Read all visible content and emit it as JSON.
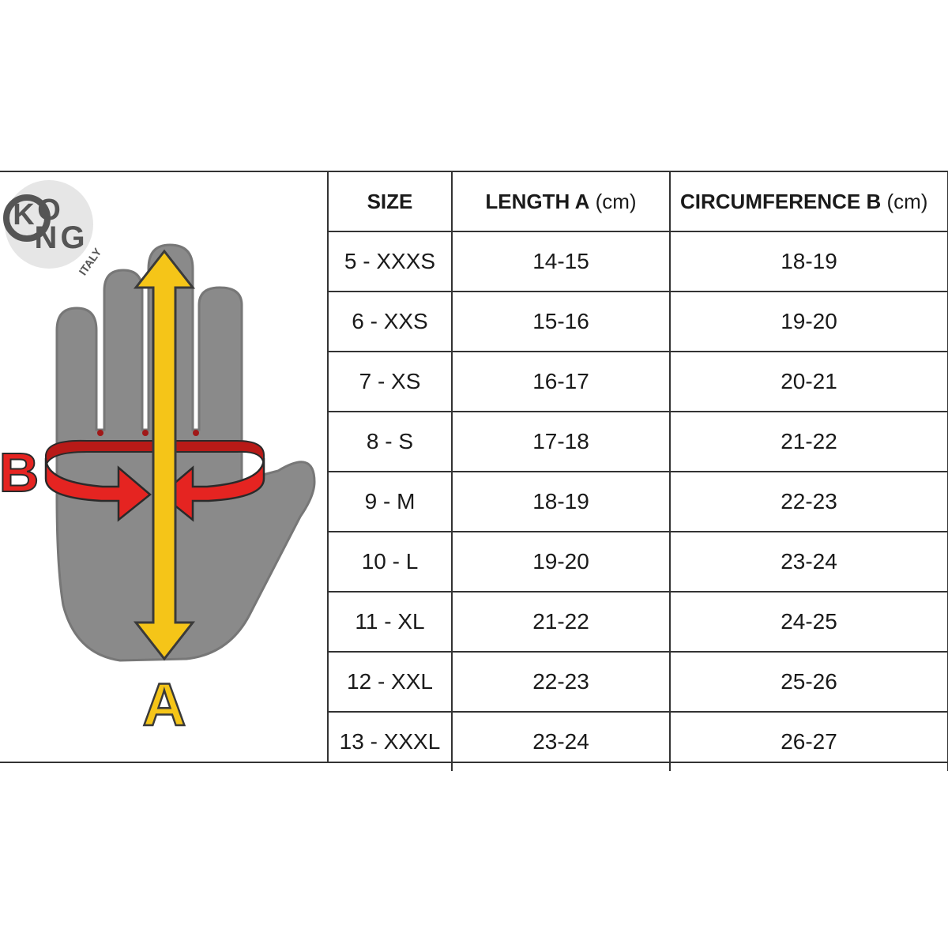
{
  "logo": {
    "brand_letters": [
      "K",
      "O",
      "N",
      "G"
    ],
    "subtitle": "ITALY"
  },
  "diagram": {
    "label_a": "A",
    "label_b": "B",
    "colors": {
      "hand": "#8a8a8a",
      "arrow_a": "#f5c518",
      "arrow_b": "#e52421",
      "outline": "#4a4a4a"
    }
  },
  "table": {
    "headers": {
      "size": "SIZE",
      "length_bold": "LENGTH A",
      "length_unit": "(cm)",
      "circ_bold": "CIRCUMFERENCE B",
      "circ_unit": "(cm)"
    },
    "rows": [
      {
        "size": "5 - XXXS",
        "length": "14-15",
        "circ": "18-19"
      },
      {
        "size": "6 - XXS",
        "length": "15-16",
        "circ": "19-20"
      },
      {
        "size": "7 - XS",
        "length": "16-17",
        "circ": "20-21"
      },
      {
        "size": "8 - S",
        "length": "17-18",
        "circ": "21-22"
      },
      {
        "size": "9 - M",
        "length": "18-19",
        "circ": "22-23"
      },
      {
        "size": "10 - L",
        "length": "19-20",
        "circ": "23-24"
      },
      {
        "size": "11 - XL",
        "length": "21-22",
        "circ": "24-25"
      },
      {
        "size": "12 - XXL",
        "length": "22-23",
        "circ": "25-26"
      },
      {
        "size": "13 - XXXL",
        "length": "23-24",
        "circ": "26-27"
      }
    ]
  }
}
